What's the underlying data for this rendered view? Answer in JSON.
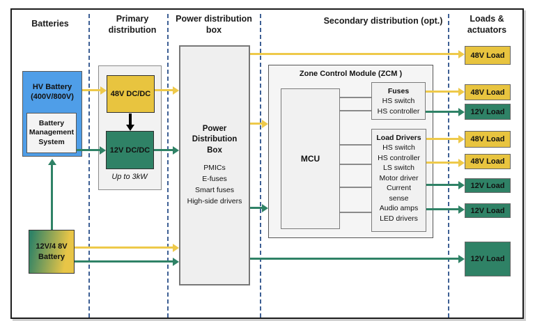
{
  "columns": {
    "batteries": "Batteries",
    "primary": "Primary distribution",
    "pdb": "Power distribution box",
    "secondary": "Secondary distribution (opt.)",
    "loads": "Loads & actuators"
  },
  "batteries": {
    "hv_line1": "HV Battery",
    "hv_line2": "(400V/800V)",
    "bms": "Battery Management System",
    "lv_line1": "12V/4 8V",
    "lv_line2": "Battery"
  },
  "primary": {
    "dcdc48": "48V DC/DC",
    "dcdc12": "12V DC/DC",
    "note": "Up to 3kW"
  },
  "pdb": {
    "title": "Power Distribution Box",
    "items": [
      "PMICs",
      "E-fuses",
      "Smart fuses",
      "High-side drivers"
    ]
  },
  "zcm": {
    "title": "Zone Control Module (ZCM )",
    "mcu": "MCU",
    "fuses_title": "Fuses",
    "fuses_items": [
      "HS switch",
      "HS controller"
    ],
    "drivers_title": "Load Drivers",
    "drivers_items": [
      "HS switch",
      "HS controller",
      "LS switch",
      "Motor driver",
      "Current sense",
      "Audio amps",
      "LED drivers"
    ]
  },
  "loads": [
    {
      "label": "48V Load",
      "type": "48v"
    },
    {
      "label": "48V Load",
      "type": "48v"
    },
    {
      "label": "12V Load",
      "type": "12v"
    },
    {
      "label": "48V Load",
      "type": "48v"
    },
    {
      "label": "48V Load",
      "type": "48v"
    },
    {
      "label": "12V Load",
      "type": "12v"
    },
    {
      "label": "12V Load",
      "type": "12v"
    },
    {
      "label": "12V Load",
      "type": "12v"
    }
  ],
  "colors": {
    "blue": "#4F9EE8",
    "yellow": "#E8C43F",
    "green": "#2F8266",
    "dash_blue": "#3D5F94"
  }
}
